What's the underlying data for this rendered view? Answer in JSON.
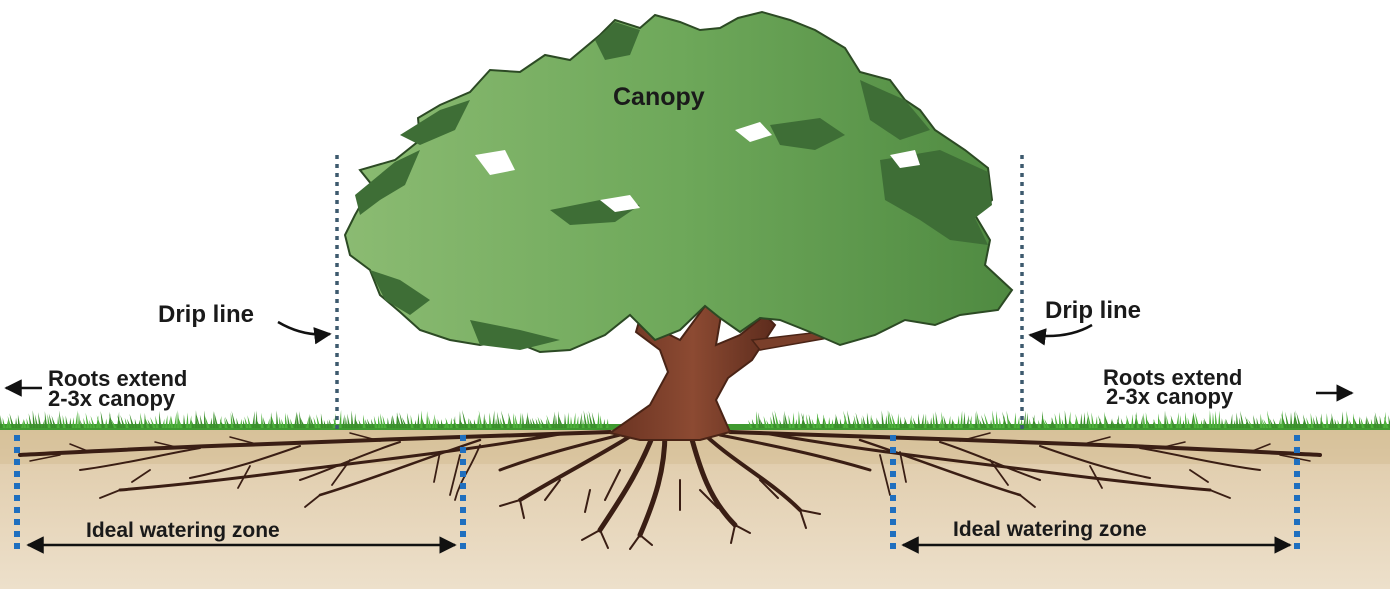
{
  "labels": {
    "canopy": "Canopy",
    "drip_line_left": "Drip line",
    "drip_line_right": "Drip line",
    "roots_left_line1": "Roots extend",
    "roots_left_line2": "2-3x canopy",
    "roots_right_line1": "Roots extend",
    "roots_right_line2": "2-3x canopy",
    "watering_left": "Ideal watering zone",
    "watering_right": "Ideal watering zone"
  },
  "colors": {
    "canopy_light": "#7fb069",
    "canopy_mid": "#5e9a4c",
    "canopy_dark": "#3e6e36",
    "trunk": "#7a3f2a",
    "roots": "#3a1e14",
    "grass": "#4caf3a",
    "soil_top": "#dcc9a8",
    "soil": "#e4d2b6",
    "drip_line": "#3d5a6e",
    "zone_marker": "#1f6fbf"
  }
}
